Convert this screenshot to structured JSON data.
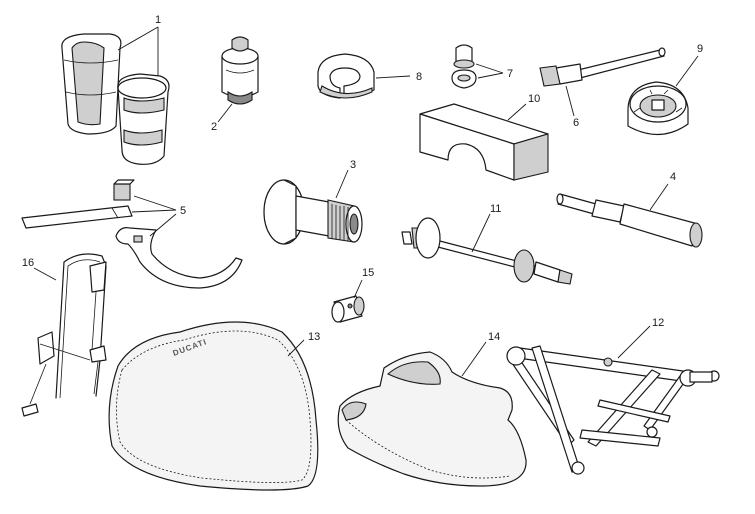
{
  "diagram": {
    "callouts": {
      "c1": "1",
      "c2": "2",
      "c3": "3",
      "c4": "4",
      "c5": "5",
      "c6": "6",
      "c7": "7",
      "c8": "8",
      "c9": "9",
      "c10": "10",
      "c11": "11",
      "c12": "12",
      "c13": "13",
      "c14": "14",
      "c15": "15",
      "c16": "16"
    },
    "cover_logo_text": "DUCATI"
  }
}
